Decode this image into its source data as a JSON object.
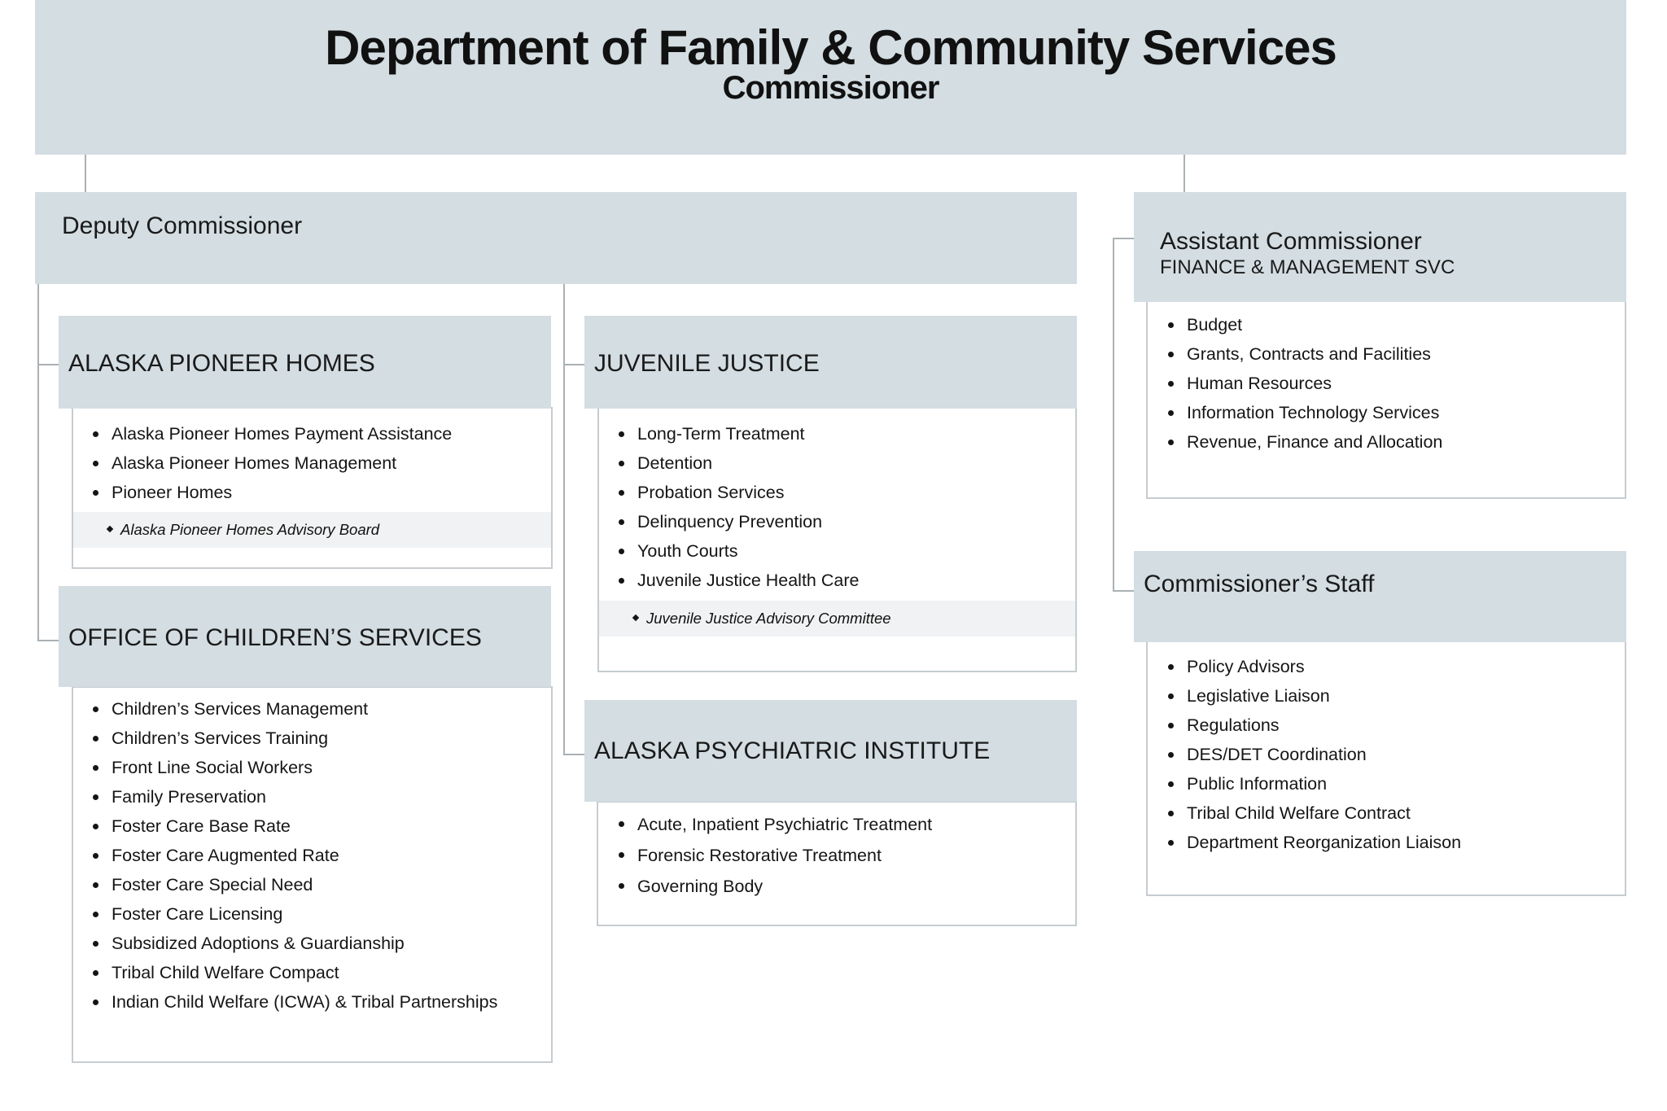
{
  "header": {
    "title": "Department of Family & Community Services",
    "subtitle": "Commissioner"
  },
  "deputy": {
    "title": "Deputy Commissioner"
  },
  "pioneer_homes": {
    "title": "ALASKA PIONEER HOMES",
    "items": [
      "Alaska Pioneer Homes Payment Assistance",
      "Alaska Pioneer Homes Management",
      "Pioneer Homes"
    ],
    "advisory": "Alaska Pioneer Homes Advisory Board"
  },
  "childrens_services": {
    "title": "OFFICE OF CHILDREN’S SERVICES",
    "items": [
      "Children’s Services Management",
      "Children’s Services Training",
      "Front Line Social Workers",
      "Family Preservation",
      "Foster Care Base Rate",
      "Foster Care Augmented Rate",
      "Foster Care Special Need",
      "Foster Care Licensing",
      "Subsidized Adoptions & Guardianship",
      "Tribal Child Welfare Compact",
      "Indian Child Welfare (ICWA) & Tribal Partnerships"
    ]
  },
  "juvenile_justice": {
    "title": "JUVENILE JUSTICE",
    "items": [
      "Long-Term Treatment",
      "Detention",
      "Probation Services",
      "Delinquency Prevention",
      "Youth Courts",
      "Juvenile Justice Health Care"
    ],
    "advisory": "Juvenile Justice Advisory Committee"
  },
  "psychiatric_institute": {
    "title": "ALASKA PSYCHIATRIC INSTITUTE",
    "items": [
      "Acute, Inpatient Psychiatric Treatment",
      "Forensic Restorative Treatment",
      "Governing Body"
    ]
  },
  "assistant_commissioner": {
    "title": "Assistant Commissioner",
    "subtitle": "FINANCE & MANAGEMENT SVC",
    "items": [
      "Budget",
      "Grants, Contracts and Facilities",
      "Human Resources",
      "Information Technology Services",
      "Revenue, Finance and Allocation"
    ]
  },
  "commissioners_staff": {
    "title": "Commissioner’s Staff",
    "items": [
      "Policy Advisors",
      "Legislative Liaison",
      "Regulations",
      "DES/DET Coordination",
      "Public Information",
      "Tribal Child Welfare Contract",
      "Department Reorganization Liaison"
    ]
  }
}
